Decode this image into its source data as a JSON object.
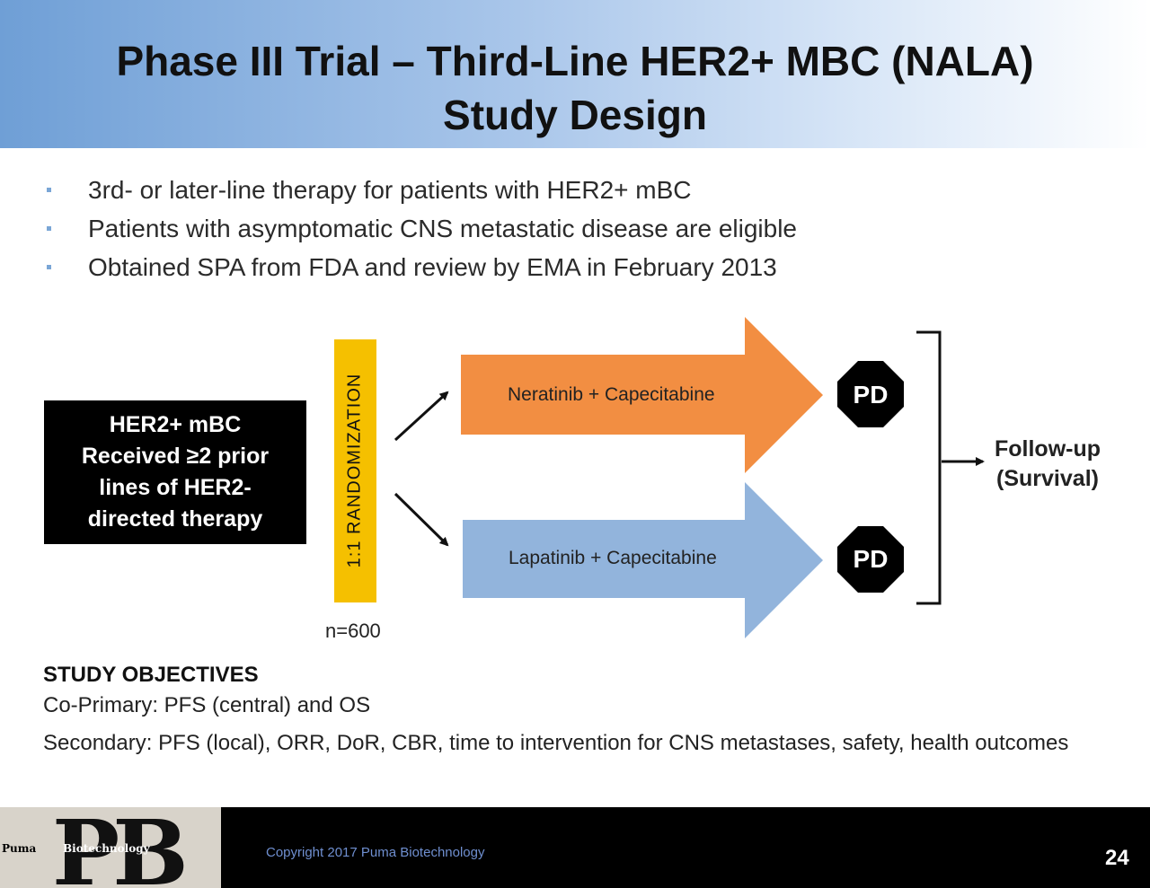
{
  "slide": {
    "title_line1": "Phase III Trial – Third-Line HER2+ MBC  (NALA)",
    "title_line2": "Study Design",
    "bullets": [
      "3rd- or later-line therapy for patients with HER2+ mBC",
      "Patients with asymptomatic CNS metastatic disease are eligible",
      "Obtained SPA from FDA and review by EMA in February 2013"
    ]
  },
  "diagram": {
    "population_lines": [
      "HER2+ mBC",
      "Received ≥2 prior",
      "lines of HER2-",
      "directed therapy"
    ],
    "randomization": "1:1 RANDOMIZATION",
    "sample_size": "n=600",
    "arm1": "Neratinib + Capecitabine",
    "arm2": "Lapatinib + Capecitabine",
    "pd1": "PD",
    "pd2": "PD",
    "followup_line1": "Follow-up",
    "followup_line2": "(Survival)",
    "colors": {
      "arm1": "#f28e42",
      "arm2": "#92b4dc",
      "randomization_bar": "#f5c000"
    }
  },
  "objectives": {
    "title": "STUDY OBJECTIVES",
    "primary": "Co-Primary: PFS (central) and OS",
    "secondary": "Secondary: PFS (local), ORR, DoR, CBR, time to intervention for CNS metastases, safety, health outcomes"
  },
  "footer": {
    "logo_puma": "Puma",
    "logo_biotech": "Biotechnology",
    "logo_letters": "PB",
    "copyright": "Copyright 2017 Puma Biotechnology",
    "page_number": "24"
  }
}
